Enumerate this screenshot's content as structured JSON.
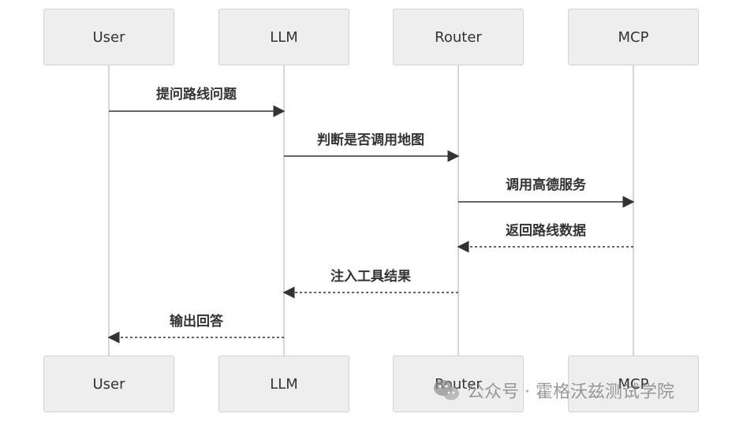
{
  "participants": {
    "user": "User",
    "llm": "LLM",
    "router": "Router",
    "mcp": "MCP"
  },
  "messages": [
    {
      "label": "提问路线问题",
      "from": "User",
      "to": "LLM",
      "style": "solid"
    },
    {
      "label": "判断是否调用地图",
      "from": "LLM",
      "to": "Router",
      "style": "solid"
    },
    {
      "label": "调用高德服务",
      "from": "Router",
      "to": "MCP",
      "style": "solid"
    },
    {
      "label": "返回路线数据",
      "from": "MCP",
      "to": "Router",
      "style": "dashed"
    },
    {
      "label": "注入工具结果",
      "from": "Router",
      "to": "LLM",
      "style": "dashed"
    },
    {
      "label": "输出回答",
      "from": "LLM",
      "to": "User",
      "style": "dashed"
    }
  ],
  "watermark": {
    "text": "公众号 · 霍格沃兹测试学院",
    "icon": "wechat-logo-icon"
  },
  "colors": {
    "box_fill": "#eeeeee",
    "box_border": "#d2d2d2",
    "lifeline": "#d6d6d6",
    "arrow": "#333333"
  }
}
